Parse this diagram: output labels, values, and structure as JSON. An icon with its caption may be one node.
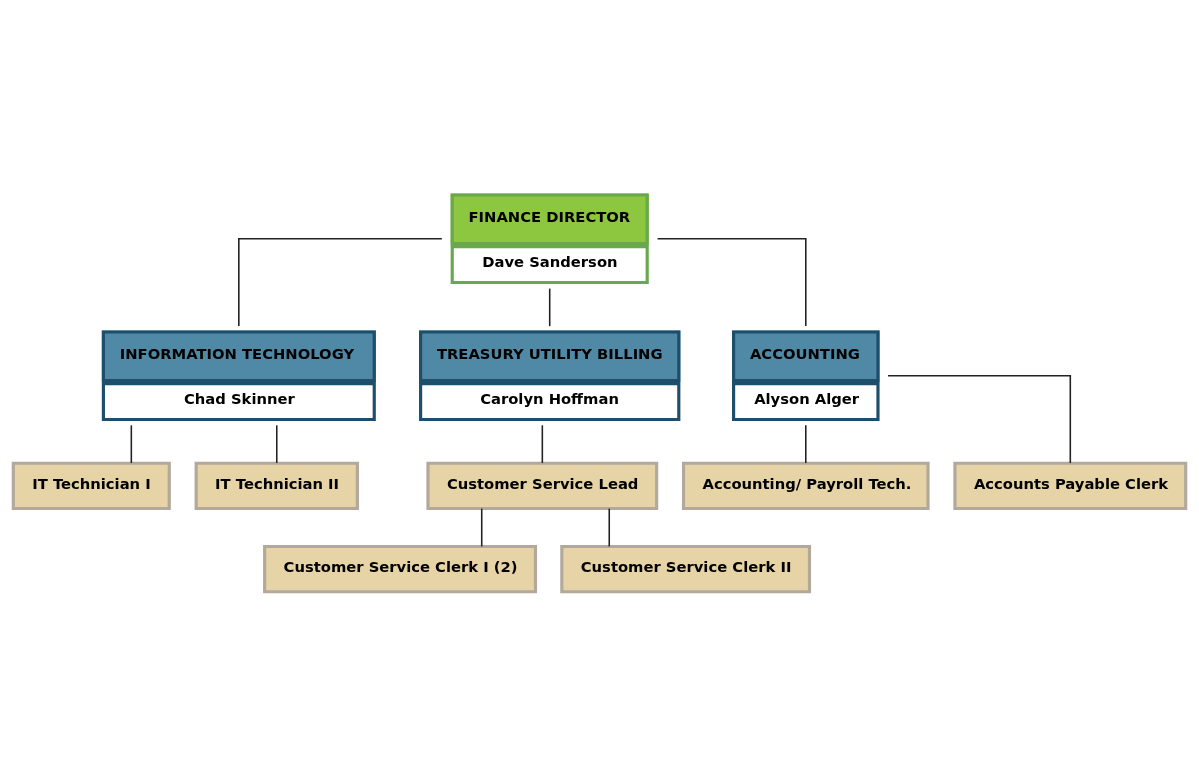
{
  "diagram": {
    "nodes": [
      {
        "text": [
          "FINANCE DIRECTOR",
          "Dave Sanderson"
        ]
      },
      {
        "text": [
          "INFORMATION TECHNOLOGY",
          "Chad Skinner"
        ]
      },
      {
        "text": [
          "TREASURY UTILITY BILLING",
          "Carolyn Hoffman"
        ]
      },
      {
        "text": [
          "ACCOUNTING",
          "Alyson Alger"
        ]
      },
      {
        "text": [
          "IT Technician I"
        ]
      },
      {
        "text": [
          "IT Technician II"
        ]
      },
      {
        "text": [
          "Customer Service Lead"
        ]
      },
      {
        "text": [
          "Accounting/ Payroll Tech."
        ]
      },
      {
        "text": [
          "Accounts Payable Clerk"
        ]
      },
      {
        "text": [
          "Customer Service Clerk I (2)"
        ]
      },
      {
        "text": [
          "Customer Service Clerk II"
        ]
      }
    ],
    "edges": [
      {
        "from": 0,
        "to": 1,
        "arrow": "none"
      },
      {
        "from": 0,
        "to": 2,
        "arrow": "none"
      },
      {
        "from": 0,
        "to": 3,
        "arrow": "none"
      },
      {
        "from": 1,
        "to": 4,
        "arrow": "none"
      },
      {
        "from": 1,
        "to": 5,
        "arrow": "none"
      },
      {
        "from": 2,
        "to": 6,
        "arrow": "none"
      },
      {
        "from": 3,
        "to": 7,
        "arrow": "none"
      },
      {
        "from": 3,
        "to": 8,
        "arrow": "none"
      },
      {
        "from": 6,
        "to": 9,
        "arrow": "none"
      },
      {
        "from": 6,
        "to": 10,
        "arrow": "none"
      }
    ]
  }
}
